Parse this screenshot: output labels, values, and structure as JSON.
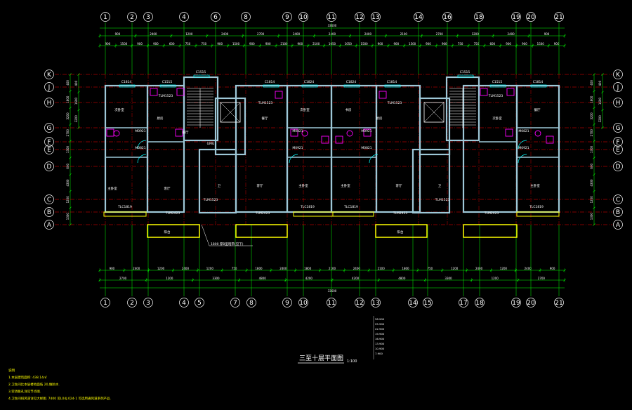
{
  "drawing": {
    "title": "三至十层平面图",
    "scale": "1:100",
    "colors": {
      "background": "#000000",
      "axis_line": "#ff0000",
      "dimension": "#00ff00",
      "wall": "#9ec8d8",
      "wall_inner": "#5a8fa0",
      "window": "#00ffff",
      "balcony": "#ffff00",
      "fixture": "#ff00ff",
      "stair": "#ffffff"
    },
    "top_axes": [
      "1",
      "2",
      "3",
      "4",
      "6",
      "8",
      "9",
      "10",
      "11",
      "12",
      "13",
      "14",
      "16",
      "18",
      "19",
      "20",
      "21"
    ],
    "bottom_axes": [
      "1",
      "2",
      "3",
      "4",
      "5",
      "7",
      "8",
      "9",
      "10",
      "11",
      "12",
      "13",
      "14",
      "15",
      "17",
      "18",
      "19",
      "20",
      "21"
    ],
    "row_axes": [
      "K",
      "J",
      "H",
      "G",
      "F",
      "E",
      "D",
      "C",
      "B",
      "A"
    ],
    "top_dims_row1": [
      "900",
      "2400",
      "1200",
      "2400",
      "2700",
      "2400",
      "2400",
      "2400",
      "2100",
      "2700",
      "1200",
      "2400",
      "900"
    ],
    "top_dims_row2": [
      "900",
      "1500",
      "900",
      "900",
      "600",
      "750",
      "750",
      "900",
      "1500",
      "900",
      "900",
      "2100",
      "900",
      "2100",
      "1050",
      "1050",
      "1500",
      "900",
      "900",
      "1500",
      "900",
      "900",
      "750",
      "750",
      "600",
      "900",
      "900",
      "1500",
      "900"
    ],
    "top_total": "33600",
    "bottom_dims_row1": [
      "900",
      "2400",
      "1200",
      "2400",
      "1200",
      "750",
      "1800",
      "2400",
      "1800",
      "2100",
      "2400",
      "2100",
      "1800",
      "750",
      "1200",
      "2400",
      "1200",
      "2400",
      "900"
    ],
    "bottom_dims_row2": [
      "2700",
      "1200",
      "3300",
      "4800",
      "4200",
      "4200",
      "4800",
      "3300",
      "1200",
      "2700"
    ],
    "bottom_total": "33600",
    "left_dims": [
      "400",
      "1600",
      "3200",
      "2700",
      "1300",
      "600",
      "4300",
      "1200",
      "1300"
    ],
    "right_dims": [
      "400",
      "1600",
      "3200",
      "2700",
      "1300",
      "600",
      "4300",
      "1200",
      "1300"
    ],
    "rooms": [
      "次卧室",
      "厨房",
      "餐厅",
      "主卧室",
      "客厅",
      "卫",
      "阳台",
      "次卧室",
      "主卧室",
      "客厅",
      "餐厅",
      "厨房",
      "书房",
      "主卧室",
      "客厅",
      "卫",
      "阳台",
      "次卧室",
      "餐厅",
      "主卧室"
    ],
    "windows": [
      "C1814",
      "C1515",
      "C1515",
      "C1814",
      "C1824",
      "C1824",
      "C1814",
      "C1515",
      "C1515",
      "C1814",
      "TLM1523",
      "TLM1523",
      "TLM1523",
      "TLM1523",
      "M0921",
      "M0821",
      "M0821",
      "M0921",
      "M0921",
      "M0821",
      "M0821",
      "M0921",
      "TLC1819",
      "TLM2423",
      "TLM2423",
      "TLC1819",
      "TLC1819",
      "TLM2423",
      "TLM2423",
      "TLC1819",
      "TLM1523",
      "TLM1523",
      "GMG"
    ],
    "annotation_leader": "1800  厚B型暗带(见下)",
    "elevations": [
      "28.900",
      "25.900",
      "22.900",
      "19.900",
      "16.900",
      "13.900",
      "10.900",
      "7.900"
    ],
    "notes": {
      "title": "说明",
      "lines": [
        "1.本层建筑面积:   438.14㎡",
        "2.卫生间比本层楼地面低       20,做防水.",
        "3.空调板孔详见节点图.",
        "4.卫生间排风道详见大样图.    7400  见L04J.024-1      可选用通风道系列产品."
      ]
    }
  }
}
